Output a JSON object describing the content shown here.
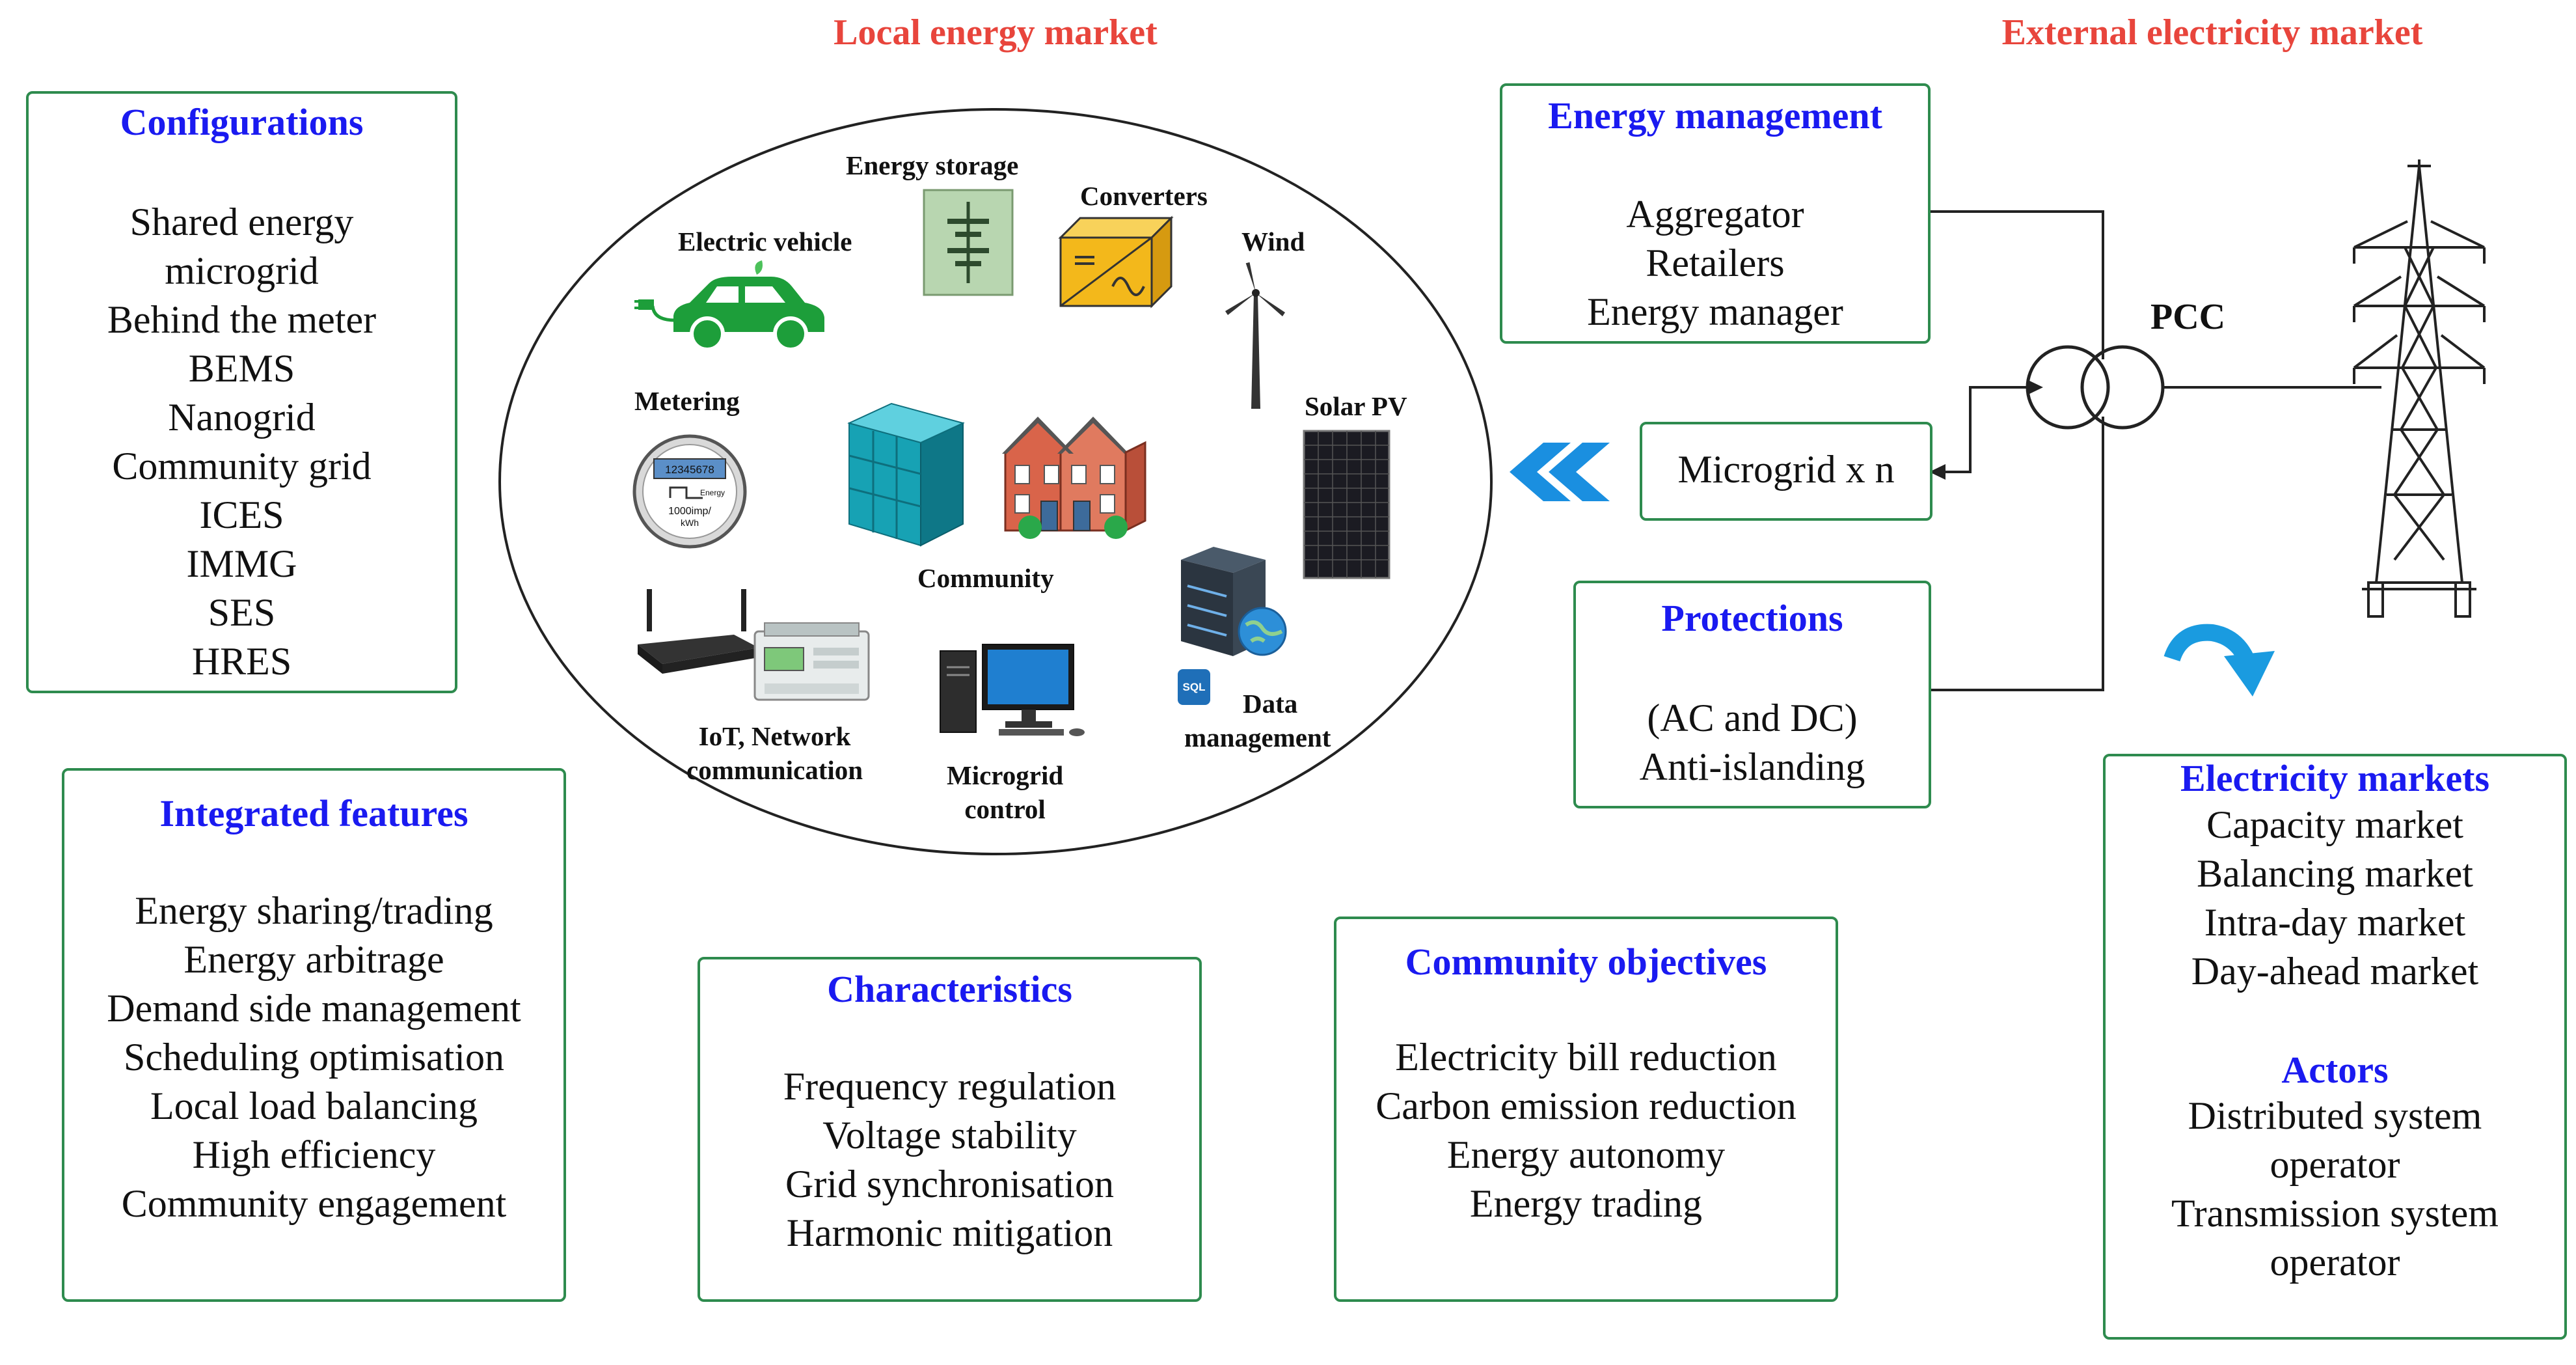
{
  "markets": {
    "local": "Local energy market",
    "external": "External electricity market"
  },
  "configurations": {
    "title": "Configurations",
    "items": [
      "Shared energy",
      "microgrid",
      "Behind the meter",
      "BEMS",
      "Nanogrid",
      "Community grid",
      "ICES",
      "IMMG",
      "SES",
      "HRES"
    ]
  },
  "integrated_features": {
    "title": "Integrated features",
    "items": [
      "Energy sharing/trading",
      "Energy arbitrage",
      "Demand side management",
      "Scheduling optimisation",
      "Local load balancing",
      "High efficiency",
      "Community engagement"
    ]
  },
  "characteristics": {
    "title": "Characteristics",
    "items": [
      "Frequency regulation",
      "Voltage stability",
      "Grid synchronisation",
      "Harmonic mitigation"
    ]
  },
  "community_objectives": {
    "title": "Community objectives",
    "items": [
      "Electricity bill reduction",
      "Carbon emission reduction",
      "Energy autonomy",
      "Energy trading"
    ]
  },
  "energy_management": {
    "title": "Energy management",
    "items": [
      "Aggregator",
      "Retailers",
      "Energy manager"
    ]
  },
  "microgrid": {
    "label": "Microgrid x n"
  },
  "protections": {
    "title": "Protections",
    "items": [
      "(AC and DC)",
      "Anti-islanding"
    ]
  },
  "electricity_markets": {
    "title": "Electricity markets",
    "items": [
      "Capacity market",
      "Balancing market",
      "Intra-day market",
      "Day-ahead market"
    ]
  },
  "actors": {
    "title": "Actors",
    "items": [
      "Distributed system",
      "operator",
      "Transmission system",
      "operator"
    ]
  },
  "pcc": "PCC",
  "components": {
    "energy_storage": "Energy storage",
    "converters": "Converters",
    "electric_vehicle": "Electric vehicle",
    "wind": "Wind",
    "metering": "Metering",
    "solar_pv": "Solar PV",
    "community": "Community",
    "iot_line1": "IoT, Network",
    "iot_line2": "communication",
    "control_line1": "Microgrid",
    "control_line2": "control",
    "data_line1": "Data",
    "data_line2": "management",
    "meter_number": "12345678",
    "meter_text1": "Energy",
    "meter_text2": "1000imp/",
    "meter_text3": "kWh",
    "sql_badge": "SQL"
  },
  "colors": {
    "box_border": "#2e8b4e",
    "title_blue": "#1a1af0",
    "market_red": "#e8453c",
    "arrow_blue": "#1a9be0"
  }
}
